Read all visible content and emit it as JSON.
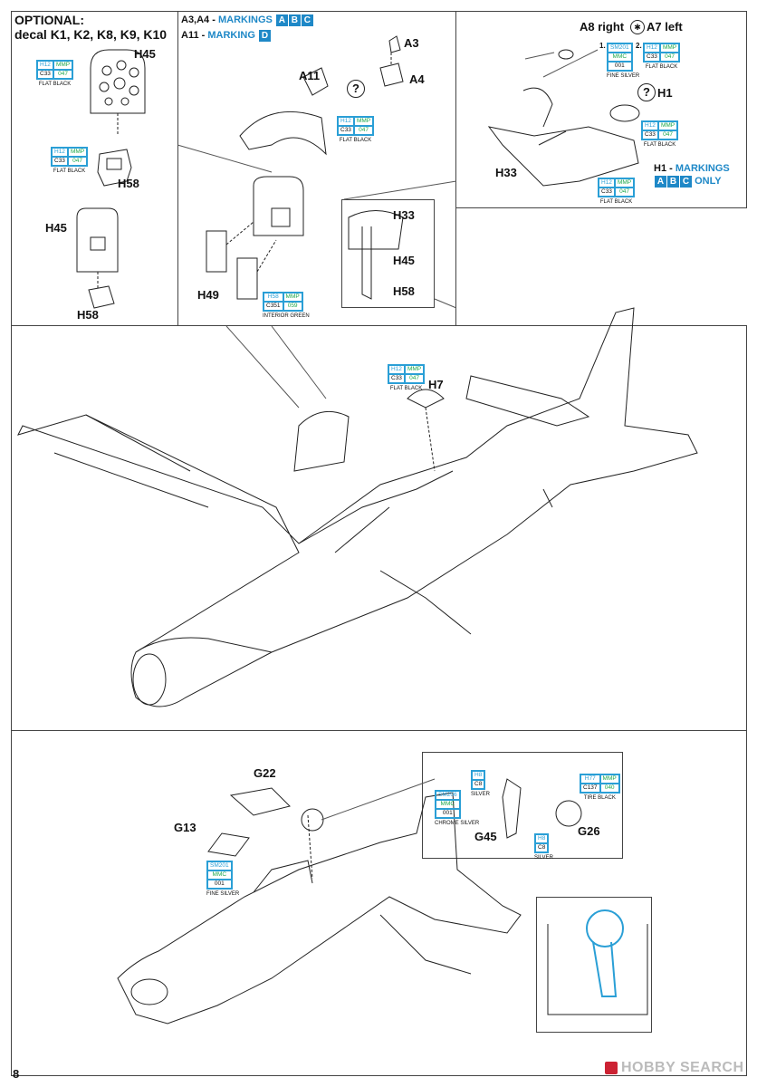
{
  "page_number": "8",
  "watermark": {
    "text": "HOBBY SEARCH"
  },
  "optional": {
    "line1": "OPTIONAL:",
    "line2": "decal K1, K2, K8, K9, K10"
  },
  "labels": {
    "h45_top": "H45",
    "h58_top": "H58",
    "h45_mid": "H45",
    "h58_mid": "H58",
    "a11": "A11",
    "a3": "A3",
    "a4": "A4",
    "h49": "H49",
    "h33_inset": "H33",
    "h45_inset": "H45",
    "h58_inset": "H58",
    "a8_right": "A8 right",
    "a7_left": "A7 left",
    "h1": "H1",
    "h33": "H33",
    "h7": "H7",
    "g22": "G22",
    "g13": "G13",
    "g45": "G45",
    "g26": "G26"
  },
  "markings": {
    "a3a4": {
      "prefix": "A3,A4 - ",
      "word": "MARKINGS",
      "badges": [
        "A",
        "B",
        "C"
      ]
    },
    "a11": {
      "prefix": "A11 - ",
      "word": "MARKING",
      "badges": [
        "D"
      ]
    },
    "h1": {
      "prefix": "H1 - ",
      "word": "MARKINGS",
      "badges": [
        "A",
        "B",
        "C"
      ],
      "suffix": "ONLY"
    }
  },
  "paints": {
    "flat_black": {
      "a": "H12",
      "b": "MMP",
      "c": "C33",
      "d": "047",
      "name": "FLAT BLACK"
    },
    "interior_green": {
      "a": "H58",
      "b": "MMP",
      "c": "C351",
      "d": "059",
      "name": "INTERIOR GREEN"
    },
    "fine_silver": {
      "a": "SM201",
      "b": "MMC",
      "c": "001",
      "name": "FINE SILVER"
    },
    "silver": {
      "a": "H8",
      "c": "C8",
      "name": "SILVER"
    },
    "chrome_silver": {
      "a": "SM206",
      "b": "MMC",
      "c": "001",
      "name": "CHROME SILVER"
    },
    "tire_black": {
      "a": "H77",
      "b": "MMP",
      "c": "C137",
      "d": "040",
      "name": "TIRE BLACK"
    },
    "num1": "1.",
    "num2": "2."
  }
}
